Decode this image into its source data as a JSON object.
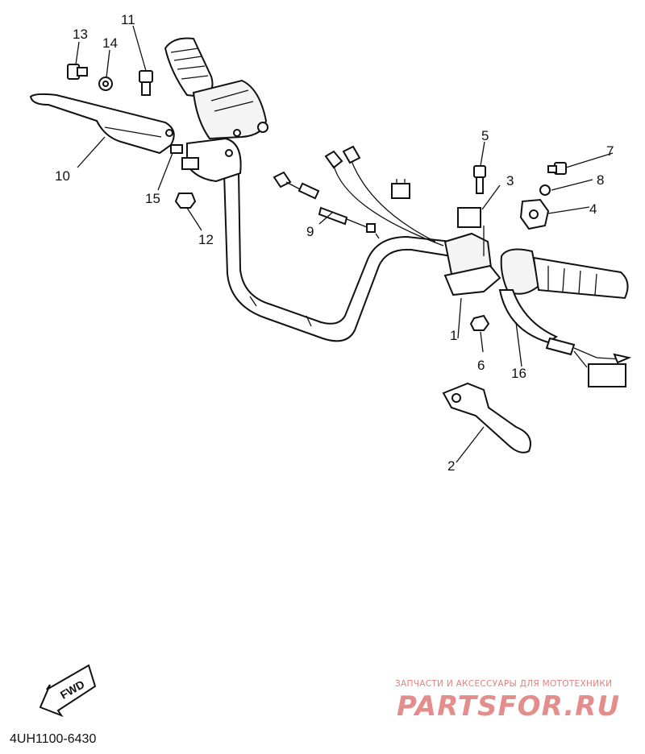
{
  "callouts": [
    {
      "id": "1",
      "label": "1"
    },
    {
      "id": "2",
      "label": "2"
    },
    {
      "id": "3",
      "label": "3"
    },
    {
      "id": "4",
      "label": "4"
    },
    {
      "id": "5",
      "label": "5"
    },
    {
      "id": "6",
      "label": "6"
    },
    {
      "id": "7",
      "label": "7"
    },
    {
      "id": "8",
      "label": "8"
    },
    {
      "id": "9",
      "label": "9"
    },
    {
      "id": "10",
      "label": "10"
    },
    {
      "id": "11",
      "label": "11"
    },
    {
      "id": "12",
      "label": "12"
    },
    {
      "id": "13",
      "label": "13"
    },
    {
      "id": "14",
      "label": "14"
    },
    {
      "id": "15",
      "label": "15"
    },
    {
      "id": "16",
      "label": "16"
    }
  ],
  "fwd_label": "FWD",
  "diagram_code": "4UH1100-6430",
  "watermark": {
    "tagline": "ЗАПЧАСТИ И АКСЕССУАРЫ ДЛЯ МОТОТЕХНИКИ",
    "brand": "PARTSFOR.RU"
  },
  "colors": {
    "line": "#111111",
    "watermark": "#e07a7a"
  }
}
